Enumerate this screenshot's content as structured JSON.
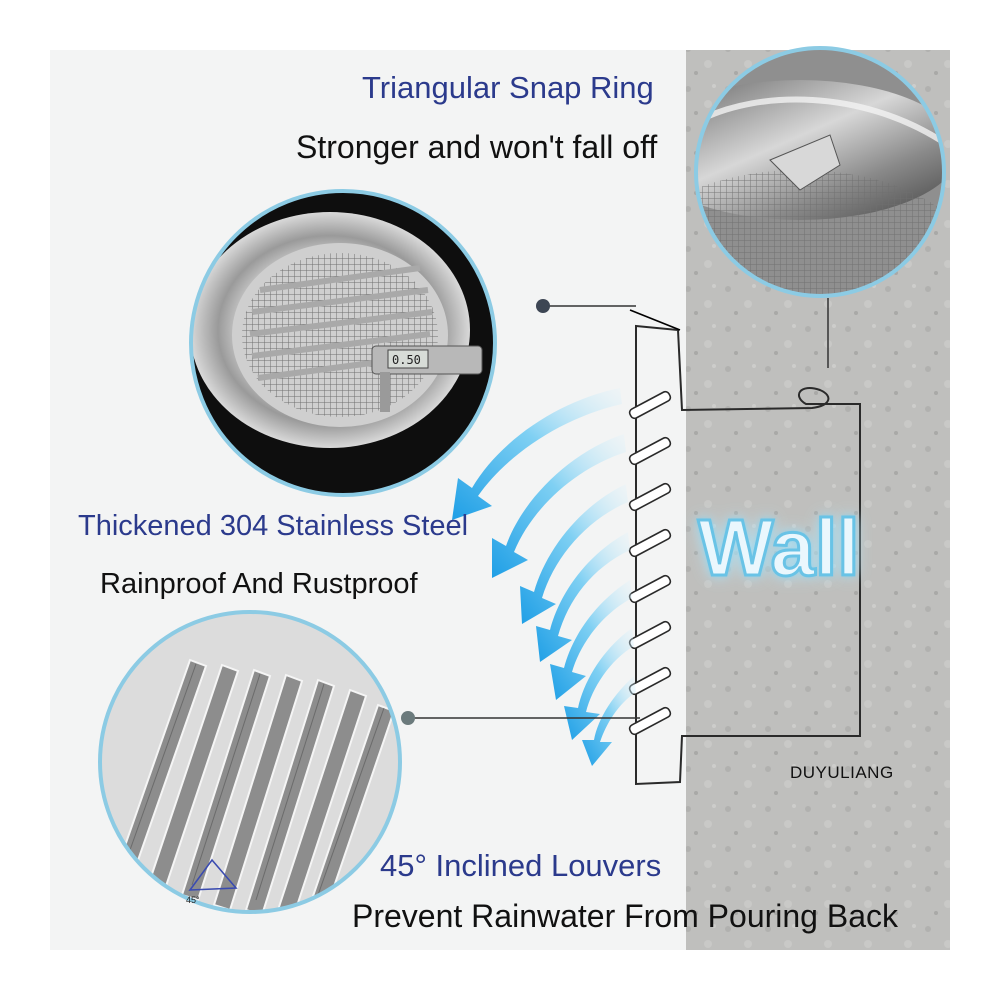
{
  "callouts": {
    "snap_ring": {
      "heading": "Triangular Snap Ring",
      "subtext": "Stronger and won't fall off"
    },
    "stainless": {
      "heading": "Thickened 304 Stainless Steel",
      "subtext": "Rainproof And Rustproof"
    },
    "louvers": {
      "heading": "45° Inclined Louvers",
      "subtext": "Prevent Rainwater From Pouring Back"
    }
  },
  "wall_label": "Wall",
  "brand": "DUYULIANG",
  "angle_label": "45°",
  "colors": {
    "heading_blue": "#2b3a8c",
    "body_text": "#111111",
    "airflow_blue": "#3ab0ea",
    "wall_gray": "#bdbdbb",
    "circle_border": "#8ccbe4"
  }
}
